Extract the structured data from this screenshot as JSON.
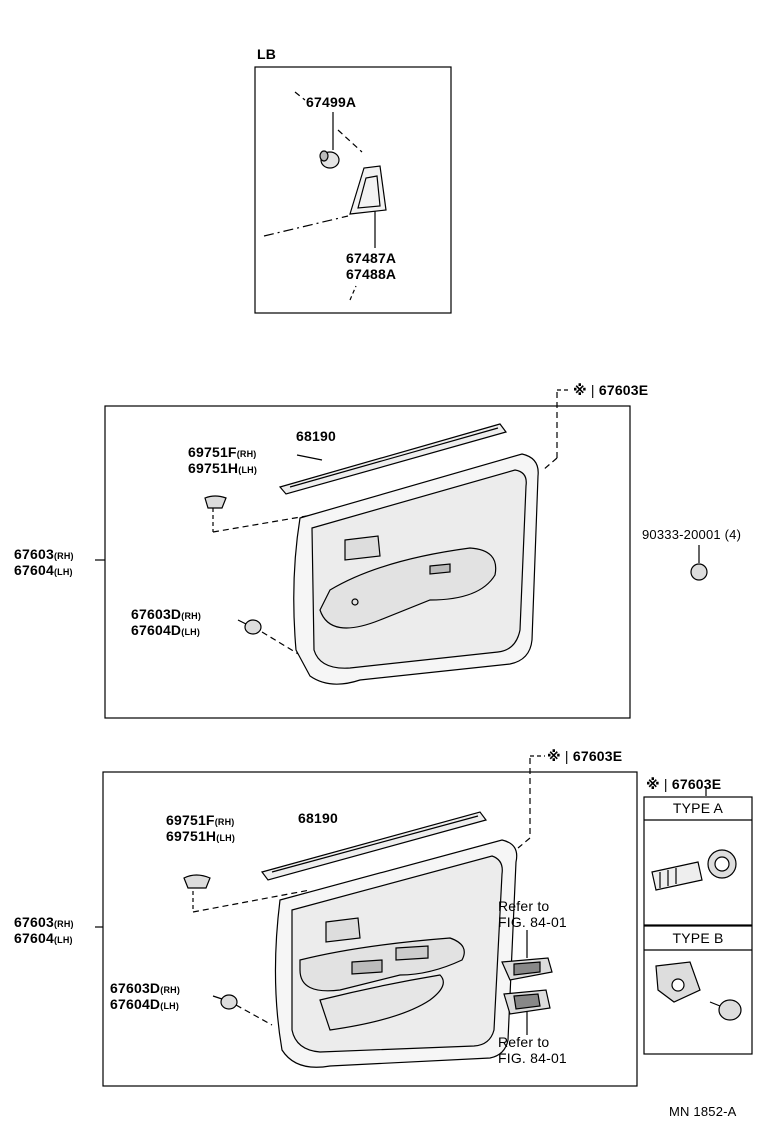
{
  "lb_section": {
    "title": "LB",
    "part_a": "67499A",
    "part_b1": "67487A",
    "part_b2": "67488A"
  },
  "panel_one": {
    "note_symbol": "※",
    "note_part": "67603E",
    "strip_part": "68190",
    "clip_f": "69751F",
    "clip_h": "69751H",
    "board_rh": "67603",
    "board_lh": "67604",
    "pin_rh": "67603D",
    "pin_lh": "67604D",
    "plug_part": "90333-20001 (4)"
  },
  "panel_two": {
    "note_symbol": "※",
    "note_part": "67603E",
    "strip_part": "68190",
    "clip_f": "69751F",
    "clip_h": "69751H",
    "board_rh": "67603",
    "board_lh": "67604",
    "pin_rh": "67603D",
    "pin_lh": "67604D",
    "refer_a1": "Refer to",
    "refer_a2": "FIG. 84-01",
    "refer_b1": "Refer to",
    "refer_b2": "FIG. 84-01"
  },
  "side_types": {
    "note_symbol": "※",
    "note_part": "67603E",
    "type_a": "TYPE A",
    "type_b": "TYPE B"
  },
  "suffix": {
    "rh": "(RH)",
    "lh": "(LH)"
  },
  "footer": {
    "code": "MN 1852-A"
  }
}
